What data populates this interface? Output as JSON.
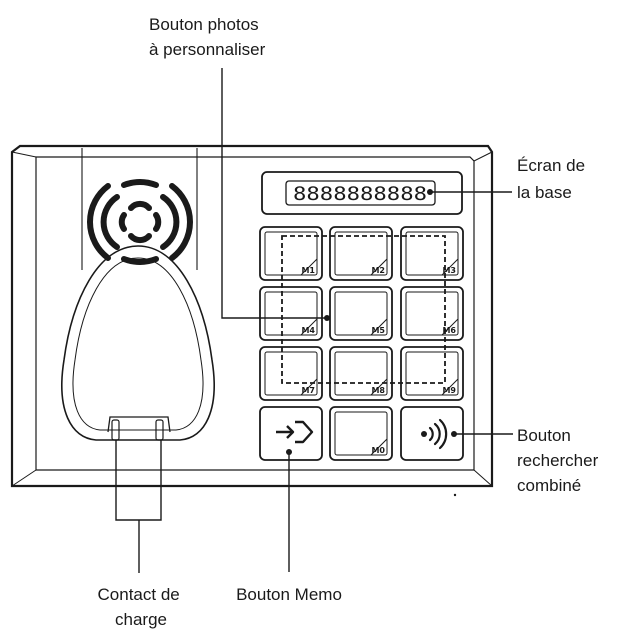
{
  "callouts": {
    "photo_button": [
      "Bouton photos",
      "à personnaliser"
    ],
    "base_screen": [
      "Écran de",
      "la base"
    ],
    "search_button": [
      "Bouton",
      "rechercher",
      "combiné"
    ],
    "charge_contact": [
      "Contact de",
      "charge"
    ],
    "memo_button": [
      "Bouton Memo"
    ]
  },
  "display": {
    "digits": "8888888888"
  },
  "keys": [
    "M1",
    "M2",
    "M3",
    "M4",
    "M5",
    "M6",
    "M7",
    "M8",
    "M9",
    "M0"
  ]
}
